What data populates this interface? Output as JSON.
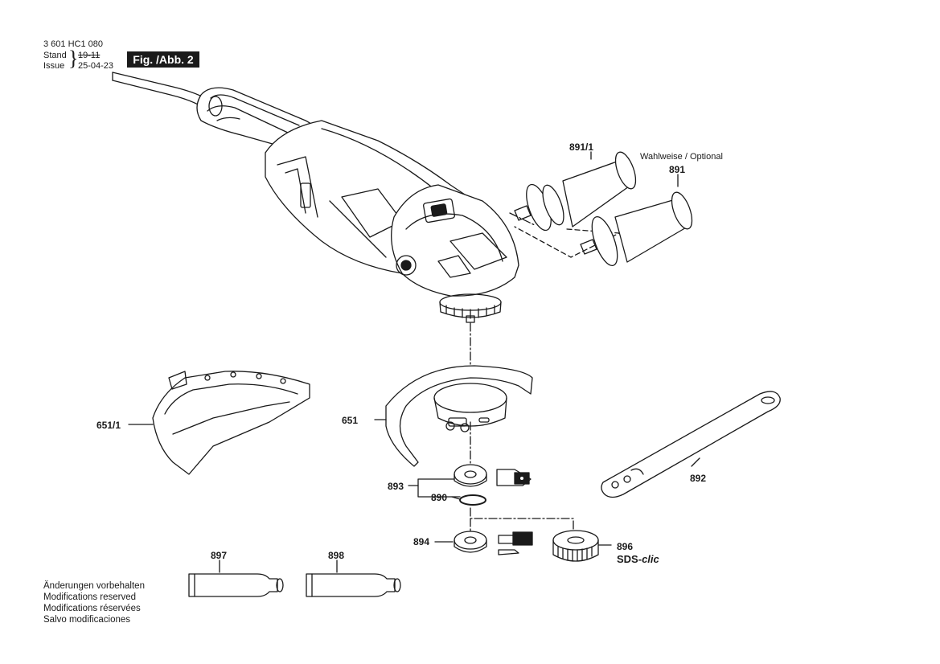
{
  "header": {
    "doc_number": "3 601 HC1 080",
    "stand_label": "Stand",
    "issue_label": "Issue",
    "stand_value": "19-11",
    "issue_value": "25-04-23",
    "figure_label": "Fig. /Abb. 2"
  },
  "parts": {
    "p891_1": "891/1",
    "p891": "891",
    "optional": "Wahlweise / Optional",
    "p651_1": "651/1",
    "p651": "651",
    "p893": "893",
    "p890": "890",
    "p894": "894",
    "p896": "896",
    "p892": "892",
    "p897": "897",
    "p898": "898"
  },
  "sds": {
    "prefix": "SDS-",
    "suffix": "clic"
  },
  "notes": [
    "Änderungen vorbehalten",
    "Modifications reserved",
    "Modifications réservées",
    "Salvo modificaciones"
  ],
  "colors": {
    "ink": "#1a1a1a",
    "background": "#ffffff"
  }
}
